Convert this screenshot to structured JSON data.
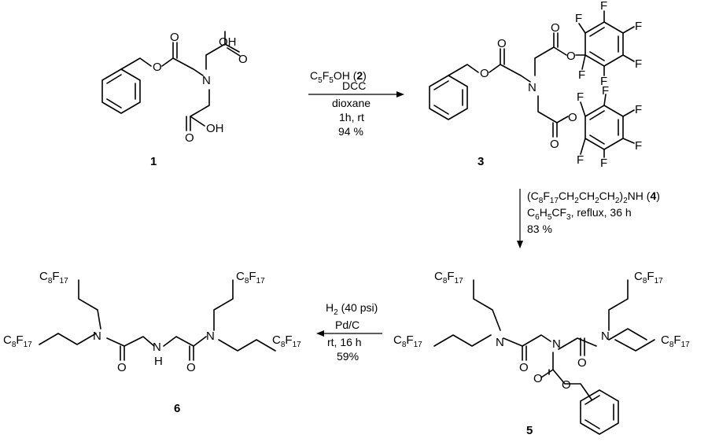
{
  "compounds": {
    "c1": {
      "number": "1"
    },
    "c3": {
      "number": "3"
    },
    "c5": {
      "number": "5"
    },
    "c6": {
      "number": "6"
    }
  },
  "atoms": {
    "O": "O",
    "N": "N",
    "OH": "OH",
    "F": "F",
    "H": "H",
    "C8F17": "C8F17"
  },
  "steps": {
    "step1": {
      "reagent_main": "C5F5OH",
      "reagent_label": "2",
      "lines": [
        "DCC",
        "dioxane",
        "1h, rt",
        "94 %"
      ]
    },
    "step2": {
      "reagent_main": "(C8F17CH2CH2CH2)2NH",
      "reagent_label": "4",
      "solvent": "C6H5CF3, reflux, 36 h",
      "yield": "83 %"
    },
    "step3": {
      "lines": [
        "H2 (40 psi)",
        "Pd/C",
        "rt, 16 h",
        "59%"
      ]
    }
  }
}
